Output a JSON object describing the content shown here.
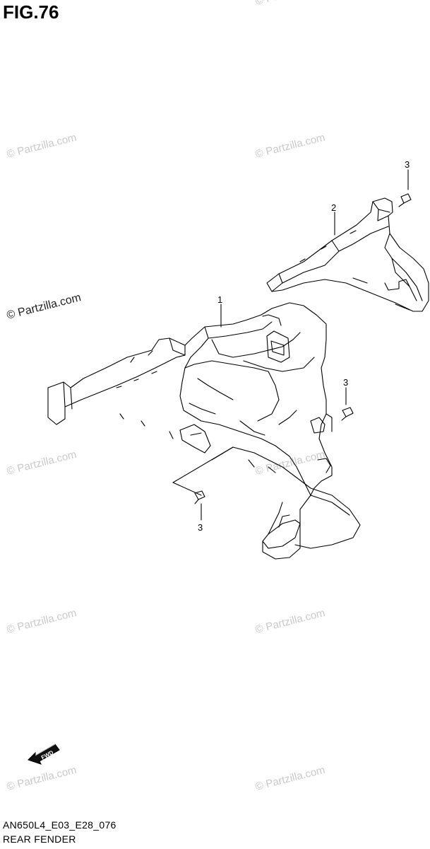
{
  "figure": {
    "title": "FIG.76",
    "code": "AN650L4_E03_E28_076",
    "caption": "REAR FENDER"
  },
  "watermark": {
    "text": "© Partzilla.com"
  },
  "callouts": {
    "part_1": "1",
    "part_2": "2",
    "part_3_top": "3",
    "part_3_right": "3",
    "part_3_bottom": "3"
  },
  "direction_marker": {
    "label": "FWD",
    "icon": "fwd-arrow-icon"
  },
  "colors": {
    "line": "#000000",
    "watermark": "#c9c9c9",
    "background": "#ffffff"
  }
}
